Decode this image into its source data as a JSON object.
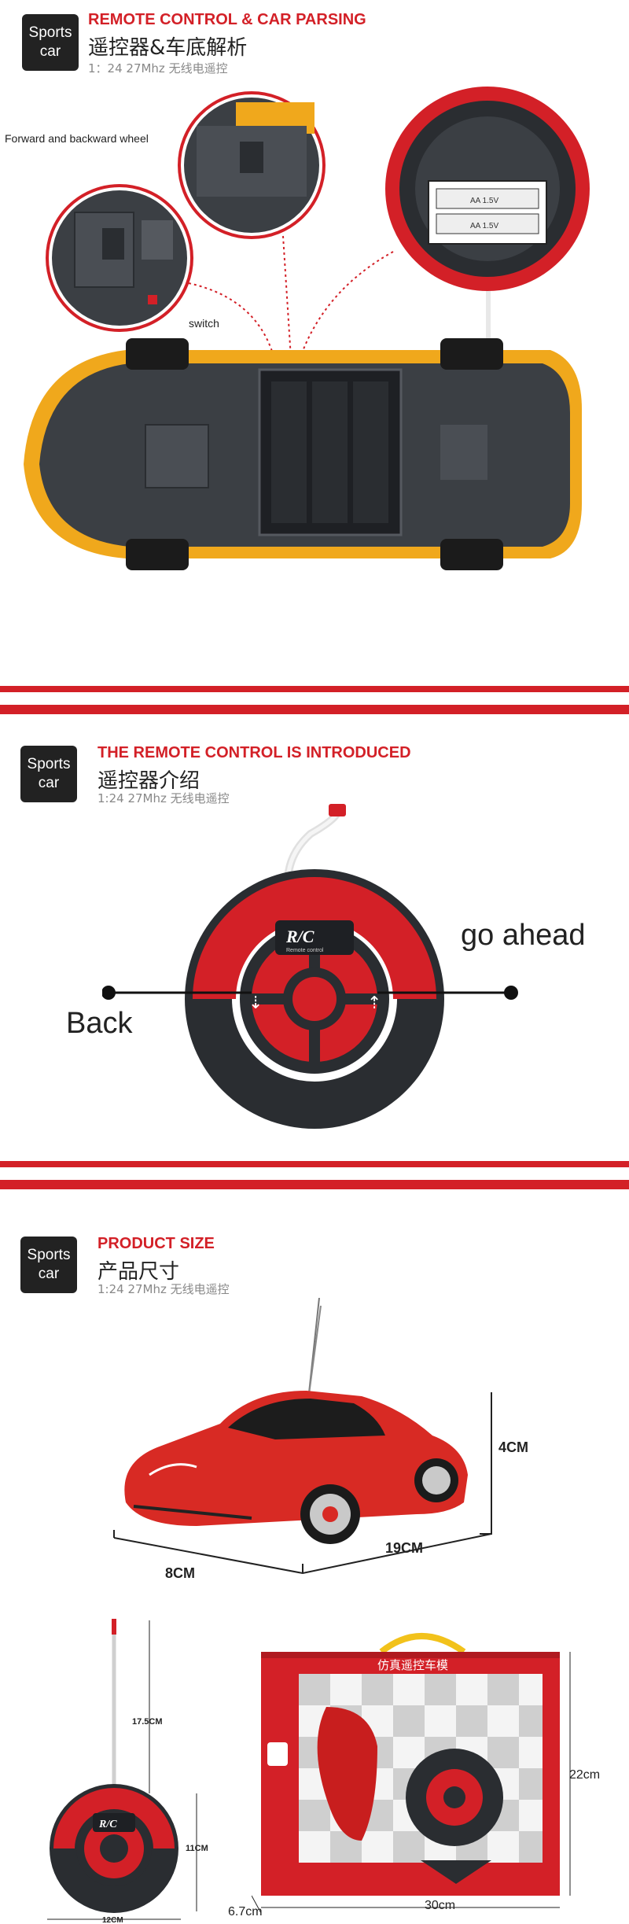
{
  "badge": {
    "line1": "Sports",
    "line2": "car"
  },
  "section1": {
    "title_en": "REMOTE CONTROL & CAR PARSING",
    "title_cn": "遥控器&车底解析",
    "subtitle": "1：24 27Mhz 无线电遥控",
    "label_wheel": "Forward and backward wheel",
    "label_switch": "switch",
    "battery_label_1": "AA 1.5V",
    "battery_label_2": "AA 1.5V"
  },
  "section2": {
    "title_en": "THE REMOTE CONTROL IS INTRODUCED",
    "title_cn": "遥控器介绍",
    "subtitle": "1:24  27Mhz  无线电遥控",
    "label_ahead": "go ahead",
    "label_back": "Back",
    "rc_logo": "R/C",
    "rc_sub": "Remote control"
  },
  "section3": {
    "title_en": "PRODUCT SIZE",
    "title_cn": "产品尺寸",
    "subtitle": "1:24  27Mhz  无线电遥控",
    "dim_height": "4CM",
    "dim_length": "19CM",
    "dim_width": "8CM",
    "remote_antenna": "17.5CM",
    "remote_height": "11CM",
    "remote_width": "12CM",
    "box_height": "22cm",
    "box_width": "30cm",
    "box_depth": "6.7cm",
    "box_title": "仿真遥控车模",
    "rc_logo": "R/C"
  },
  "colors": {
    "accent": "#d32027",
    "dark": "#222222"
  }
}
